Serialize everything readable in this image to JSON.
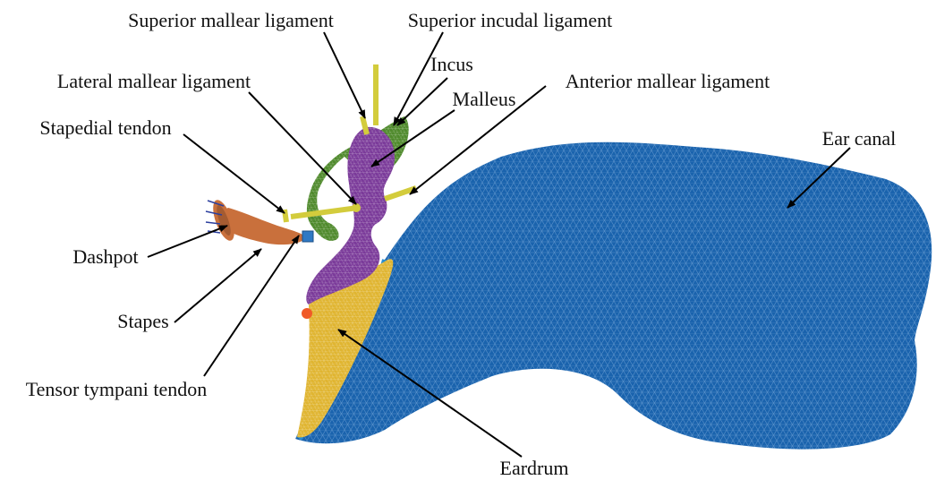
{
  "labels": {
    "superior_mallear_ligament": "Superior mallear ligament",
    "superior_incudal_ligament": "Superior incudal ligament",
    "incus": "Incus",
    "lateral_mallear_ligament": "Lateral mallear ligament",
    "malleus": "Malleus",
    "anterior_mallear_ligament": "Anterior mallear ligament",
    "stapedial_tendon": "Stapedial tendon",
    "ear_canal": "Ear canal",
    "dashpot": "Dashpot",
    "stapes": "Stapes",
    "tensor_tympani_tendon": "Tensor tympani tendon",
    "eardrum": "Eardrum"
  },
  "colors": {
    "ear_canal": "#1a63ad",
    "ear_canal_edge": "#2b8fd0",
    "malleus": "#7b3b9a",
    "incus": "#4f8a2c",
    "eardrum": "#e0b531",
    "stapes": "#c9703c",
    "ligament": "#d3cc3c",
    "marker": "#f05a28"
  }
}
